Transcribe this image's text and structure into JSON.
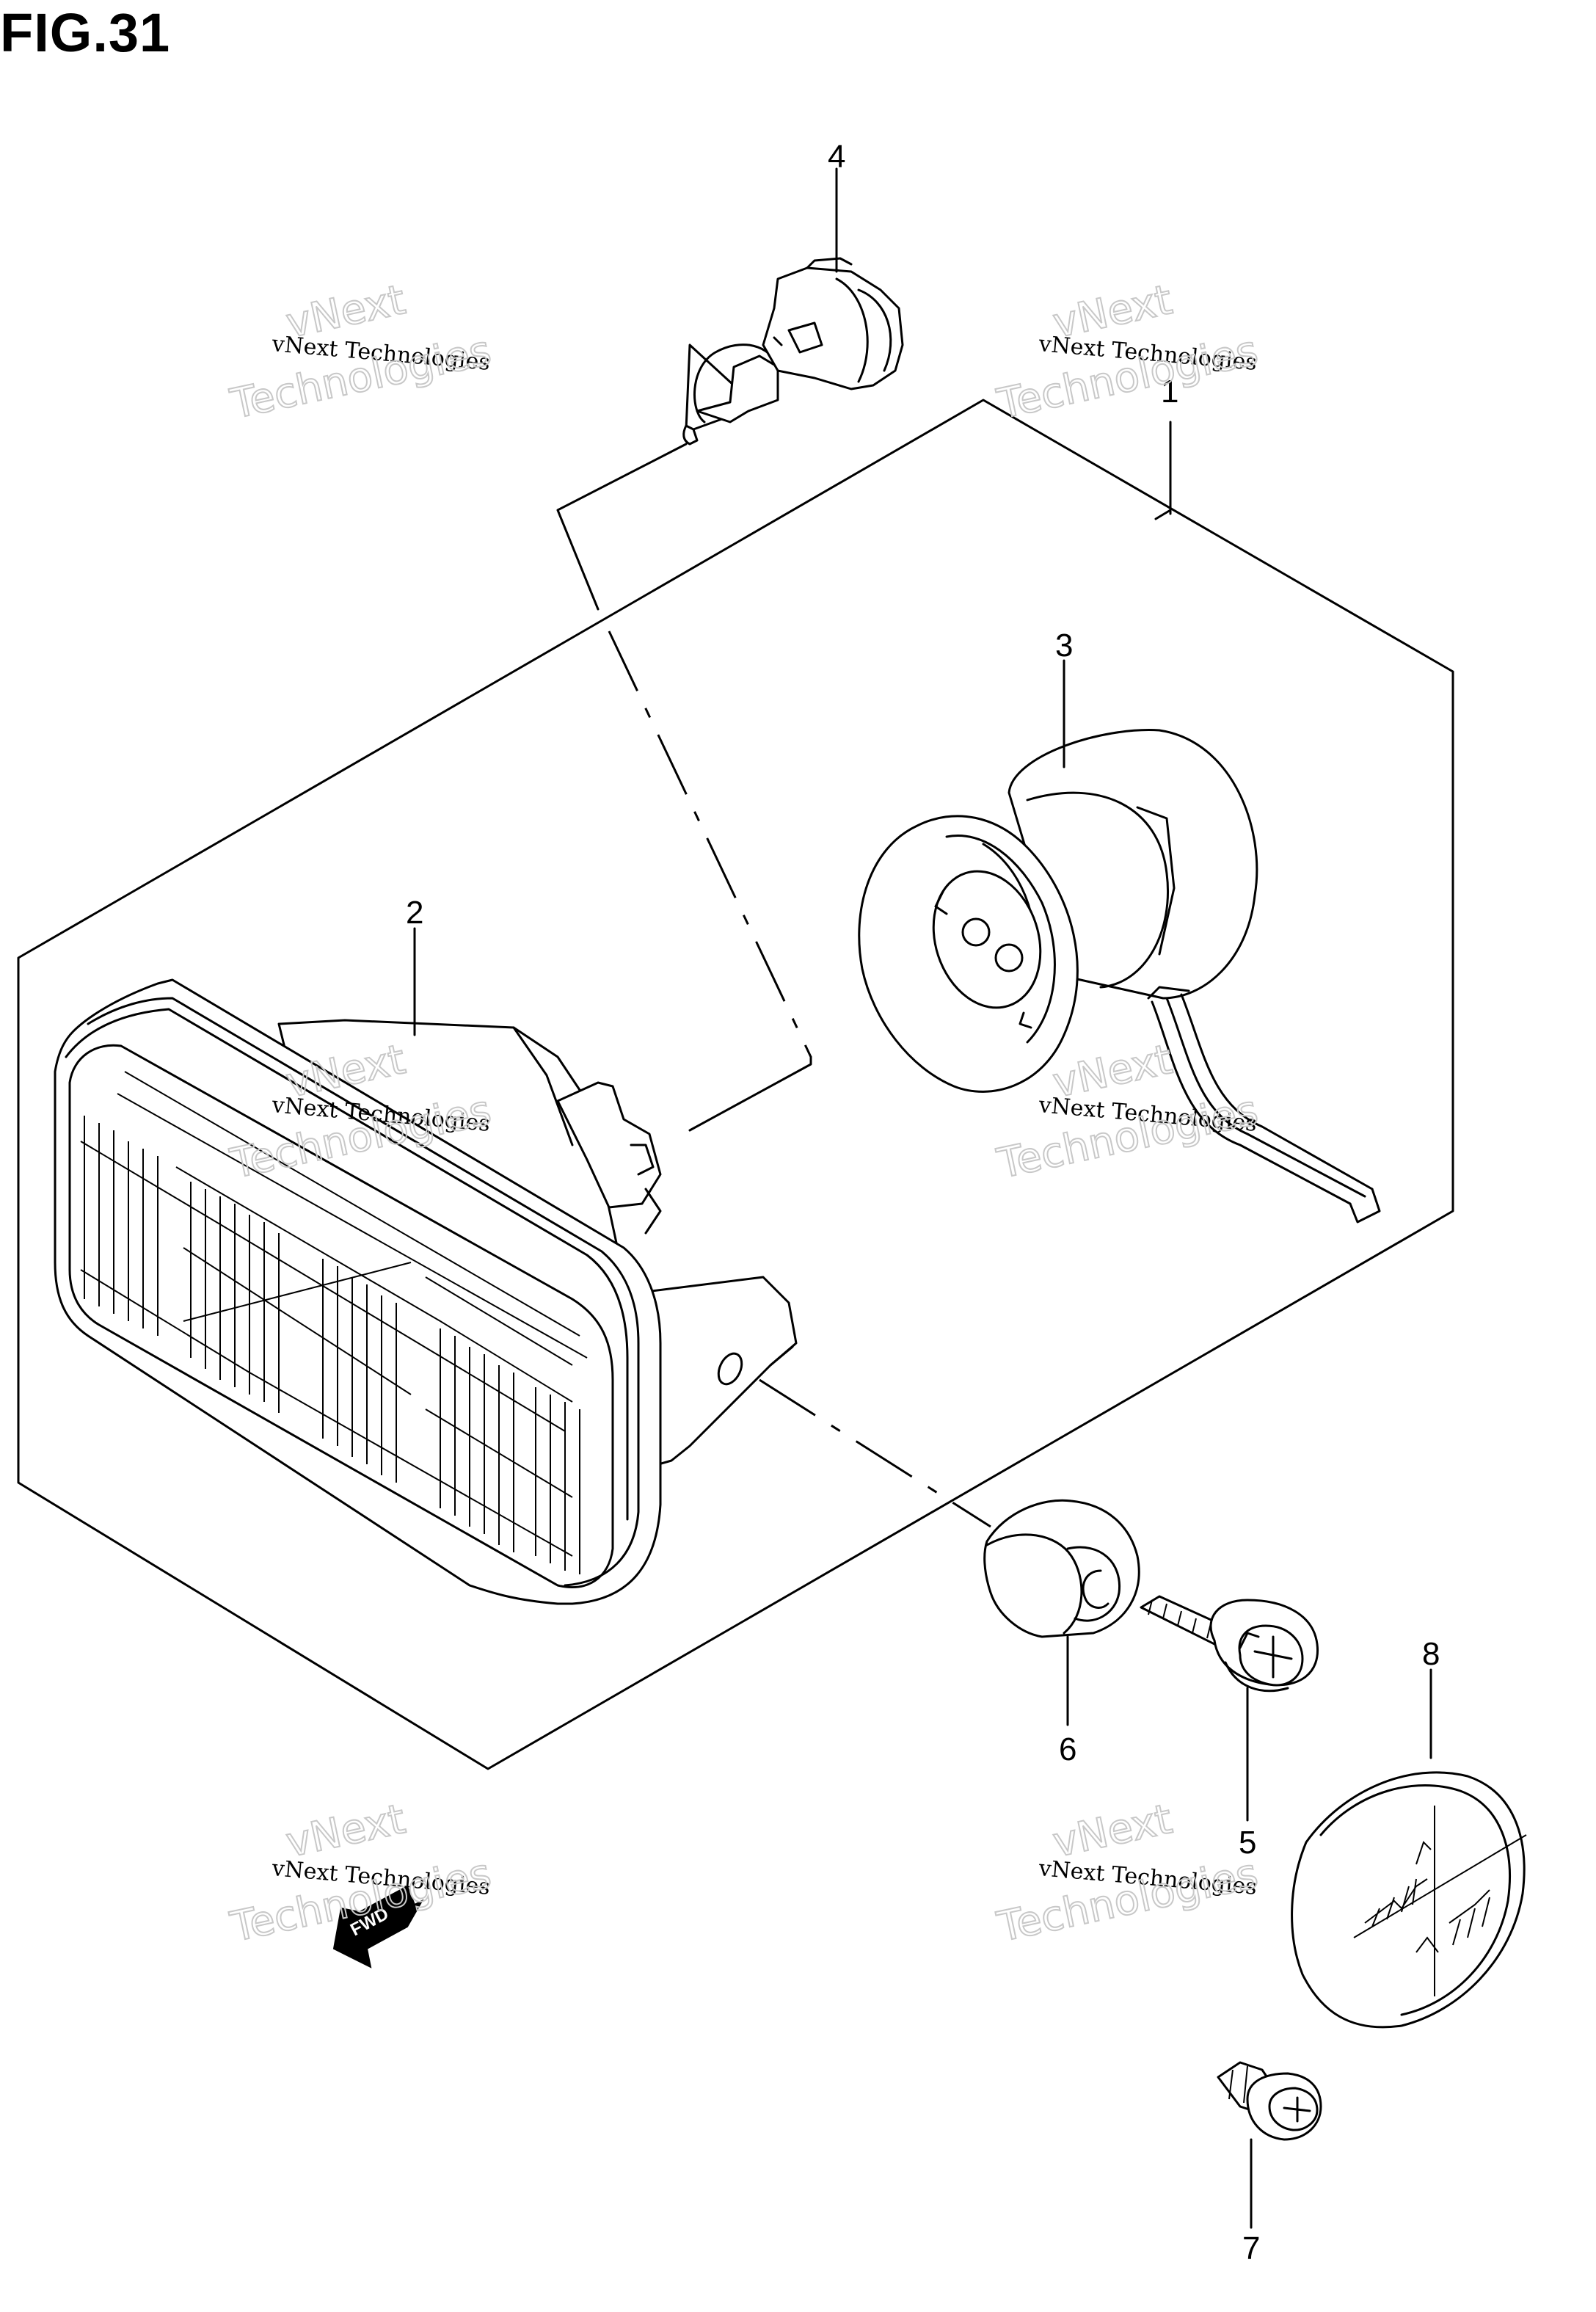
{
  "figure": {
    "title": "FIG.31"
  },
  "callouts": [
    {
      "id": "1",
      "label": "1"
    },
    {
      "id": "2",
      "label": "2"
    },
    {
      "id": "3",
      "label": "3"
    },
    {
      "id": "4",
      "label": "4"
    },
    {
      "id": "5",
      "label": "5"
    },
    {
      "id": "6",
      "label": "6"
    },
    {
      "id": "7",
      "label": "7"
    },
    {
      "id": "8",
      "label": "8"
    }
  ],
  "watermark": {
    "small_text": "vNext Technologies",
    "big_line1": "vNext",
    "big_line2": "Technologies"
  },
  "forward_arrow": {
    "label": "FWD"
  }
}
